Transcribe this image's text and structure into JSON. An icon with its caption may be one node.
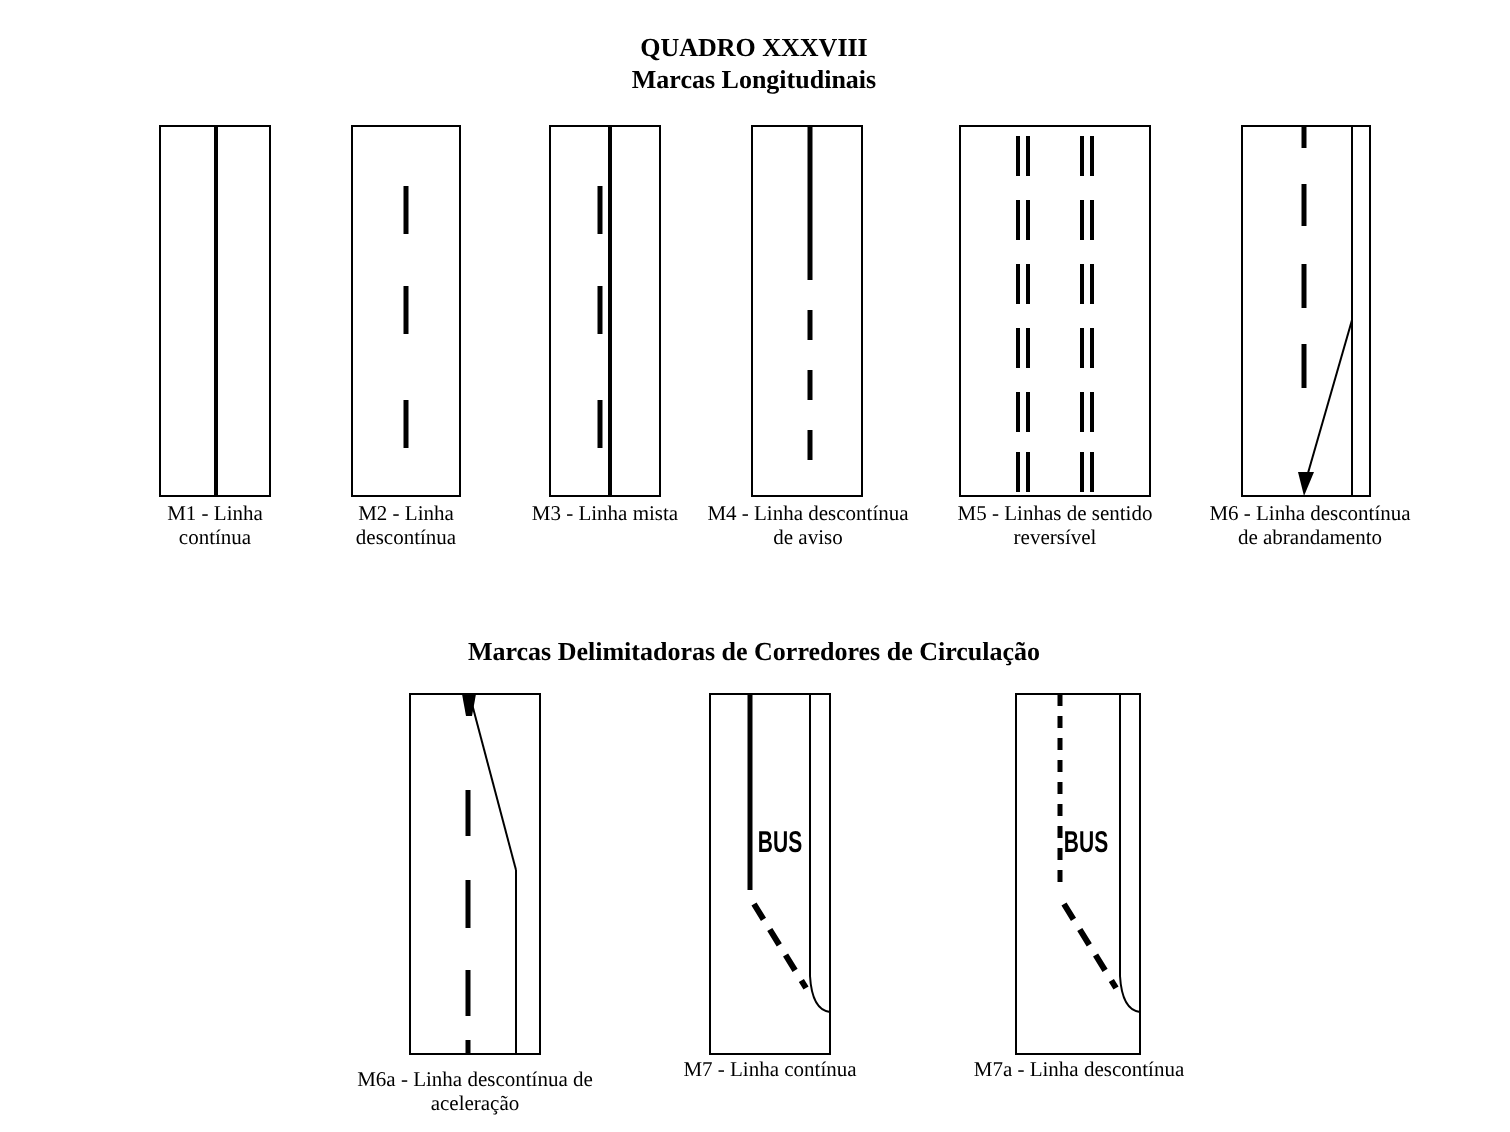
{
  "diagram": {
    "title": "QUADRO XXXVIII",
    "labels": [
      "Marcas Longitudinais",
      "M1 - Linha contínua",
      "M2 - Linha descontínua",
      "M3 - Linha mista",
      "M4 - Linha descontínua de aviso",
      "M5 - Linhas de sentido reversível",
      "M6 - Linha descontínua de abrandamento",
      "Marcas Delimitadoras de Corredores de Circulação",
      "BUS",
      "BUS",
      "M6a - Linha descontínua de aceleração",
      "M7 - Linha contínua",
      "M7a - Linha descontínua"
    ]
  }
}
